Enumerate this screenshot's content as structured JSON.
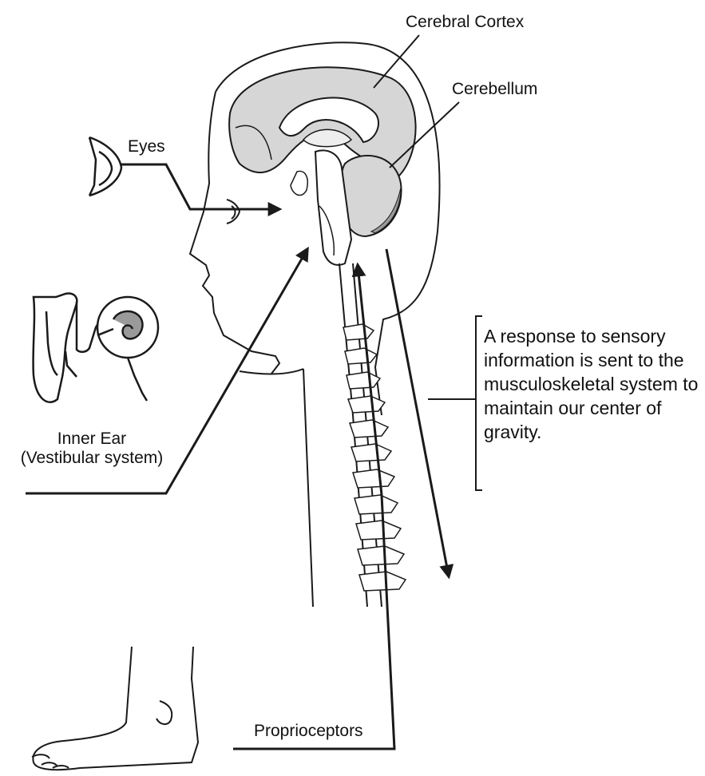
{
  "diagram": {
    "labels": {
      "cerebral_cortex": "Cerebral Cortex",
      "cerebellum": "Cerebellum",
      "eyes": "Eyes",
      "inner_ear_line1": "Inner Ear",
      "inner_ear_line2": "(Vestibular system)",
      "proprioceptors": "Proprioceptors"
    },
    "response_note": "A response to sensory information is sent to the musculoskeletal system to maintain our center of gravity."
  },
  "colors": {
    "outline": "#1a1a1a",
    "brain_fill": "#d6d6d6",
    "cerebellum_dark": "#9a9a9a",
    "background": "#ffffff"
  },
  "icons": [
    "eye-icon",
    "ear-icon",
    "foot-icon",
    "brain-illustration",
    "spine-illustration"
  ]
}
